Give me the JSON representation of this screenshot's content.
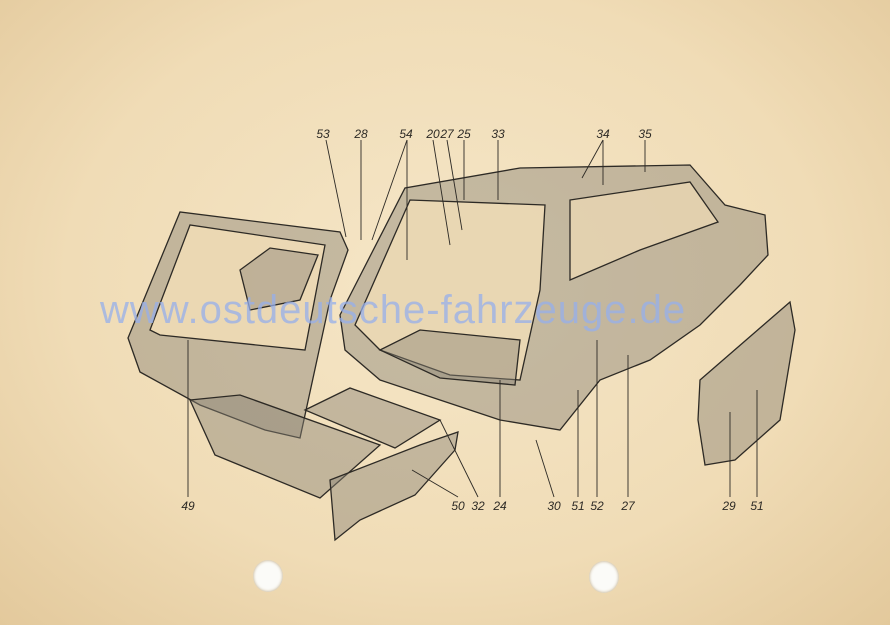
{
  "diagram": {
    "labels_top": [
      "53",
      "28",
      "54",
      "20",
      "27",
      "25",
      "33",
      "34",
      "35"
    ],
    "labels_bottom": [
      "49",
      "50",
      "32",
      "24",
      "30",
      "51",
      "52",
      "27",
      "29",
      "51"
    ]
  },
  "watermark": "www.ostdeutsche-fahrzeuge.de",
  "colors": {
    "paper": "#f0dcb6",
    "ink": "#2d2a25",
    "watermark": "#96afeb"
  }
}
